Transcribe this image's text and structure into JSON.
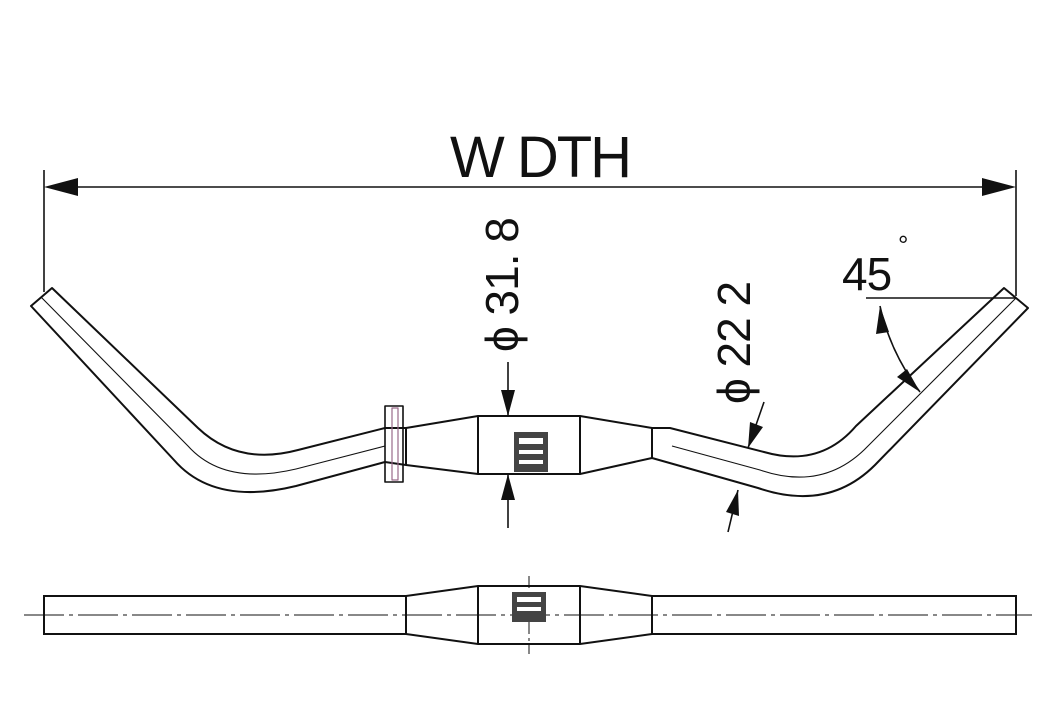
{
  "labels": {
    "width": "W DTH",
    "dia_clamp": "ϕ 31. 8",
    "dia_grip": "ϕ 22 2",
    "angle": "45",
    "degree": "°"
  },
  "colors": {
    "line": "#111111",
    "background": "#ffffff"
  }
}
